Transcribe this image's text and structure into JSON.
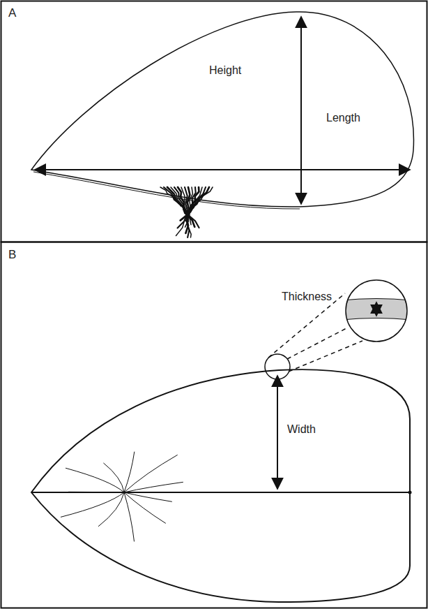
{
  "diagram": {
    "labels": [
      "A",
      "Height",
      "Length",
      "B",
      "Thickness",
      "Width"
    ]
  }
}
